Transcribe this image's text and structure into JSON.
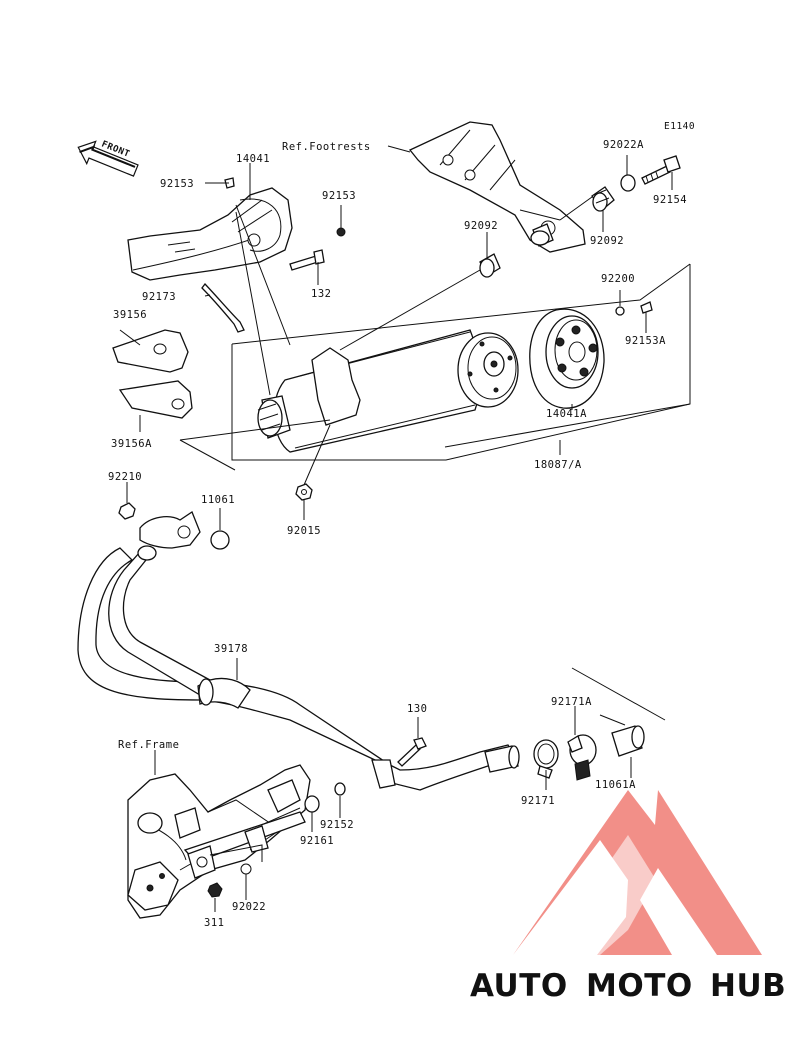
{
  "diagram": {
    "code": "E1140",
    "front_arrow": "FRONT",
    "refs": {
      "footrests": "Ref.Footrests",
      "frame": "Ref.Frame"
    },
    "labels": {
      "p92153_top": "92153",
      "p14041": "14041",
      "p92153_b": "92153",
      "p132": "132",
      "p92173": "92173",
      "p39156": "39156",
      "p39156A": "39156A",
      "p92210": "92210",
      "p11061": "11061",
      "p92015": "92015",
      "p92092_top": "92092",
      "p92022A": "92022A",
      "p92154": "92154",
      "p92092_r": "92092",
      "p92200": "92200",
      "p92153A": "92153A",
      "p14041A": "14041A",
      "p18087": "18087/A",
      "p39178": "39178",
      "p130": "130",
      "p92171A": "92171A",
      "p92171": "92171",
      "p11061A": "11061A",
      "p92152": "92152",
      "p92161": "92161",
      "p92022": "92022",
      "p311": "311"
    }
  },
  "watermark": {
    "part1": "AUTO",
    "part2": "MOTO",
    "part3": "HUB",
    "colors": {
      "auto": "#f2b98c",
      "moto": "#f08a7e",
      "hub": "#6a6a6a",
      "triangle": "#f07c74"
    }
  }
}
